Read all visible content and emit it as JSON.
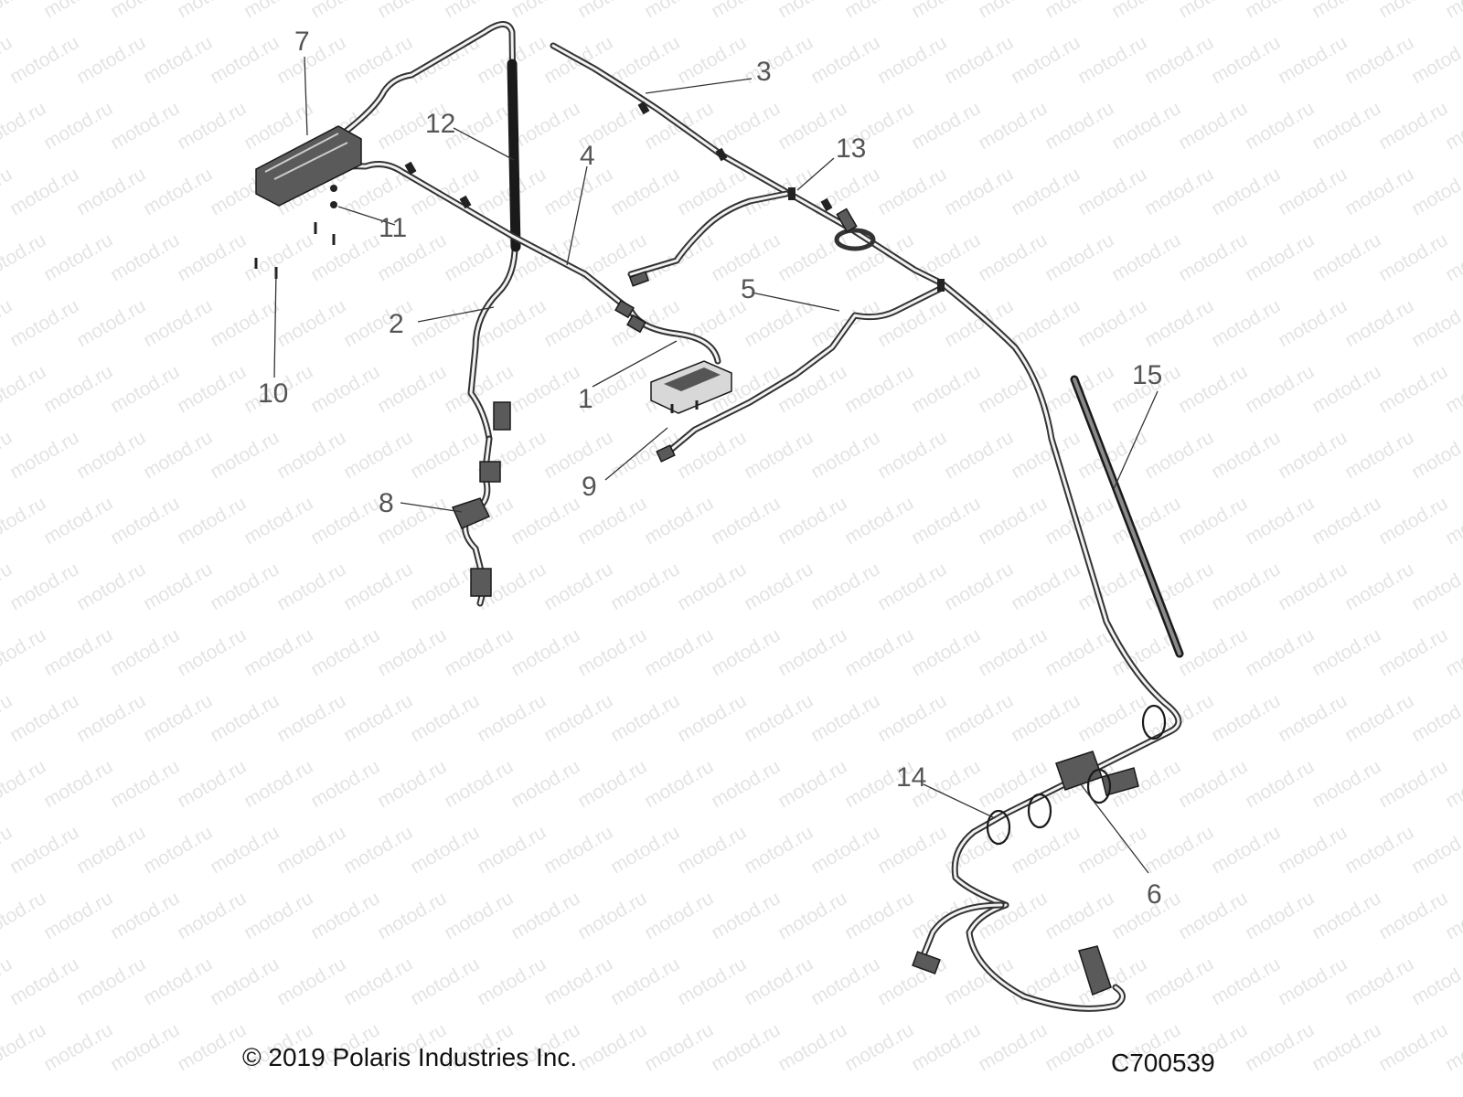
{
  "watermark": "motod.ru",
  "callouts": {
    "c1": "1",
    "c2": "2",
    "c3": "3",
    "c4": "4",
    "c5": "5",
    "c6": "6",
    "c7": "7",
    "c8": "8",
    "c9": "9",
    "c10": "10",
    "c11": "11",
    "c12": "12",
    "c13": "13",
    "c14": "14",
    "c15": "15"
  },
  "footer": {
    "copyright": "© 2019 Polaris Industries Inc.",
    "diagram_code": "C700539"
  }
}
